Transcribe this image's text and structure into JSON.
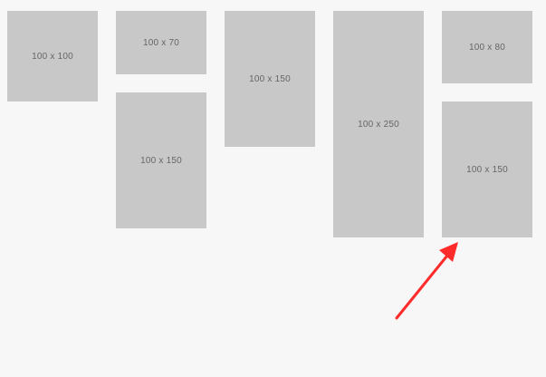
{
  "tiles": [
    {
      "label": "100 x 100"
    },
    {
      "label": "100 x 70"
    },
    {
      "label": "100 x 150"
    },
    {
      "label": "100 x 150"
    },
    {
      "label": "100 x 250"
    },
    {
      "label": "100 x 80"
    },
    {
      "label": "100 x 150"
    }
  ],
  "colors": {
    "background": "#f7f7f7",
    "tile": "#c8c8c8",
    "tile_text": "#666666",
    "arrow": "#ff2a2a"
  },
  "icons": {
    "annotation_arrow": "arrow-up-right-icon"
  }
}
